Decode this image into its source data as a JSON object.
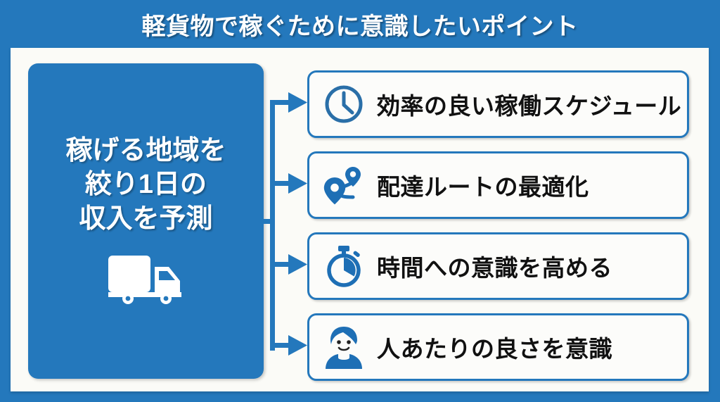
{
  "header": {
    "title": "軽貨物で稼ぐために意識したいポイント"
  },
  "left_panel": {
    "line1": "稼げる地域を",
    "line2": "絞り1日の",
    "line3": "収入を予測",
    "icon": "truck-icon"
  },
  "items": [
    {
      "label": "効率の良い稼働スケジュール",
      "icon": "clock-icon"
    },
    {
      "label": "配達ルートの最適化",
      "icon": "route-pin-icon"
    },
    {
      "label": "時間への意識を高める",
      "icon": "stopwatch-icon"
    },
    {
      "label": "人あたりの良さを意識",
      "icon": "person-icon"
    }
  ],
  "colors": {
    "brand_blue": "#2478bc",
    "panel_white": "#fbfbf7",
    "box_white": "#fcfcfa",
    "text_dark": "#111111",
    "text_light": "#ffffff"
  }
}
